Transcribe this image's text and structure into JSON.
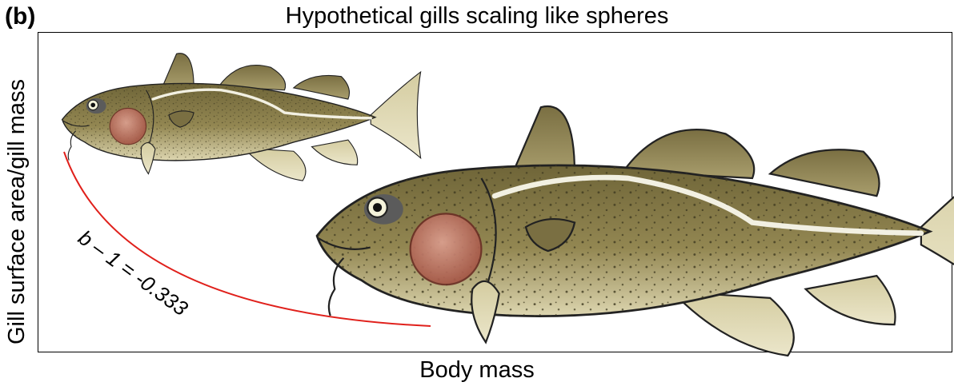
{
  "panel_label": "(b)",
  "title": "Hypothetical gills scaling like spheres",
  "axes": {
    "x_label": "Body mass",
    "y_label": "Gill surface area/gill mass"
  },
  "curve": {
    "color": "#e0201b",
    "exponent_label": "b – 1 = -0.333"
  },
  "fish": [
    {
      "name": "small-fish",
      "body_color": "#8a7d4a",
      "gill_color": "#c98070"
    },
    {
      "name": "large-fish",
      "body_color": "#8a7d4a",
      "gill_color": "#c98070"
    }
  ]
}
